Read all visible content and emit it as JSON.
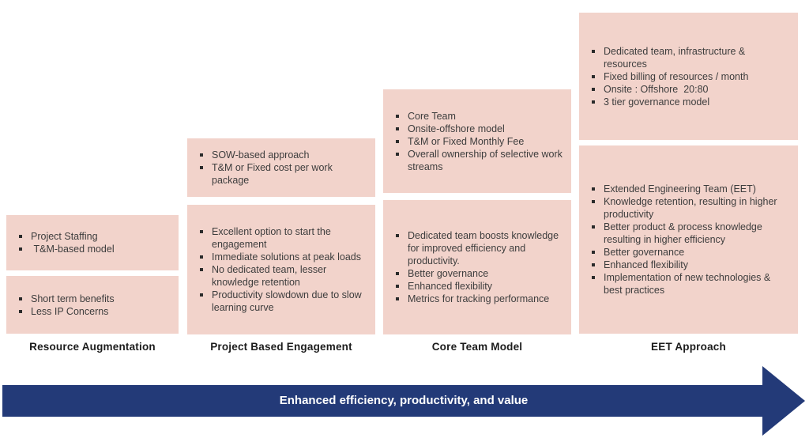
{
  "title": "Engagement models staircase diagram",
  "colors": {
    "box_bg": "#f2d3cb",
    "arrow_blue": "#233a78",
    "body_text": "#3d3d3d",
    "label_text": "#1c1c1c"
  },
  "columns": [
    {
      "label": "Resource Augmentation",
      "boxes": [
        {
          "items": [
            "Project Staffing",
            " T&M-based model"
          ]
        },
        {
          "items": [
            "Short term benefits",
            "Less IP Concerns"
          ]
        }
      ]
    },
    {
      "label": "Project Based Engagement",
      "boxes": [
        {
          "items": [
            "SOW-based approach",
            "T&M or Fixed cost per work package"
          ]
        },
        {
          "items": [
            "Excellent option to start the engagement",
            "Immediate solutions at peak loads",
            "No dedicated team, lesser knowledge retention",
            "Productivity slowdown due to slow learning curve"
          ]
        }
      ]
    },
    {
      "label": "Core Team Model",
      "boxes": [
        {
          "items": [
            "Core Team",
            "Onsite-offshore model",
            "T&M or Fixed Monthly Fee",
            "Overall ownership of selective work streams"
          ]
        },
        {
          "items": [
            "Dedicated team boosts knowledge for improved efficiency and productivity.",
            "Better governance",
            "Enhanced flexibility",
            "Metrics for tracking performance"
          ]
        }
      ]
    },
    {
      "label": "EET Approach",
      "boxes": [
        {
          "items": [
            "Dedicated team, infrastructure & resources",
            "Fixed billing of resources / month",
            "Onsite : Offshore  20:80",
            "3 tier governance model"
          ]
        },
        {
          "items": [
            "Extended Engineering Team (EET)",
            "Knowledge retention, resulting in higher productivity",
            "Better product & process knowledge resulting in higher efficiency",
            "Better governance",
            "Enhanced flexibility",
            "Implementation of new technologies & best practices"
          ]
        }
      ]
    }
  ],
  "arrow": {
    "label": "Enhanced efficiency, productivity, and value"
  }
}
